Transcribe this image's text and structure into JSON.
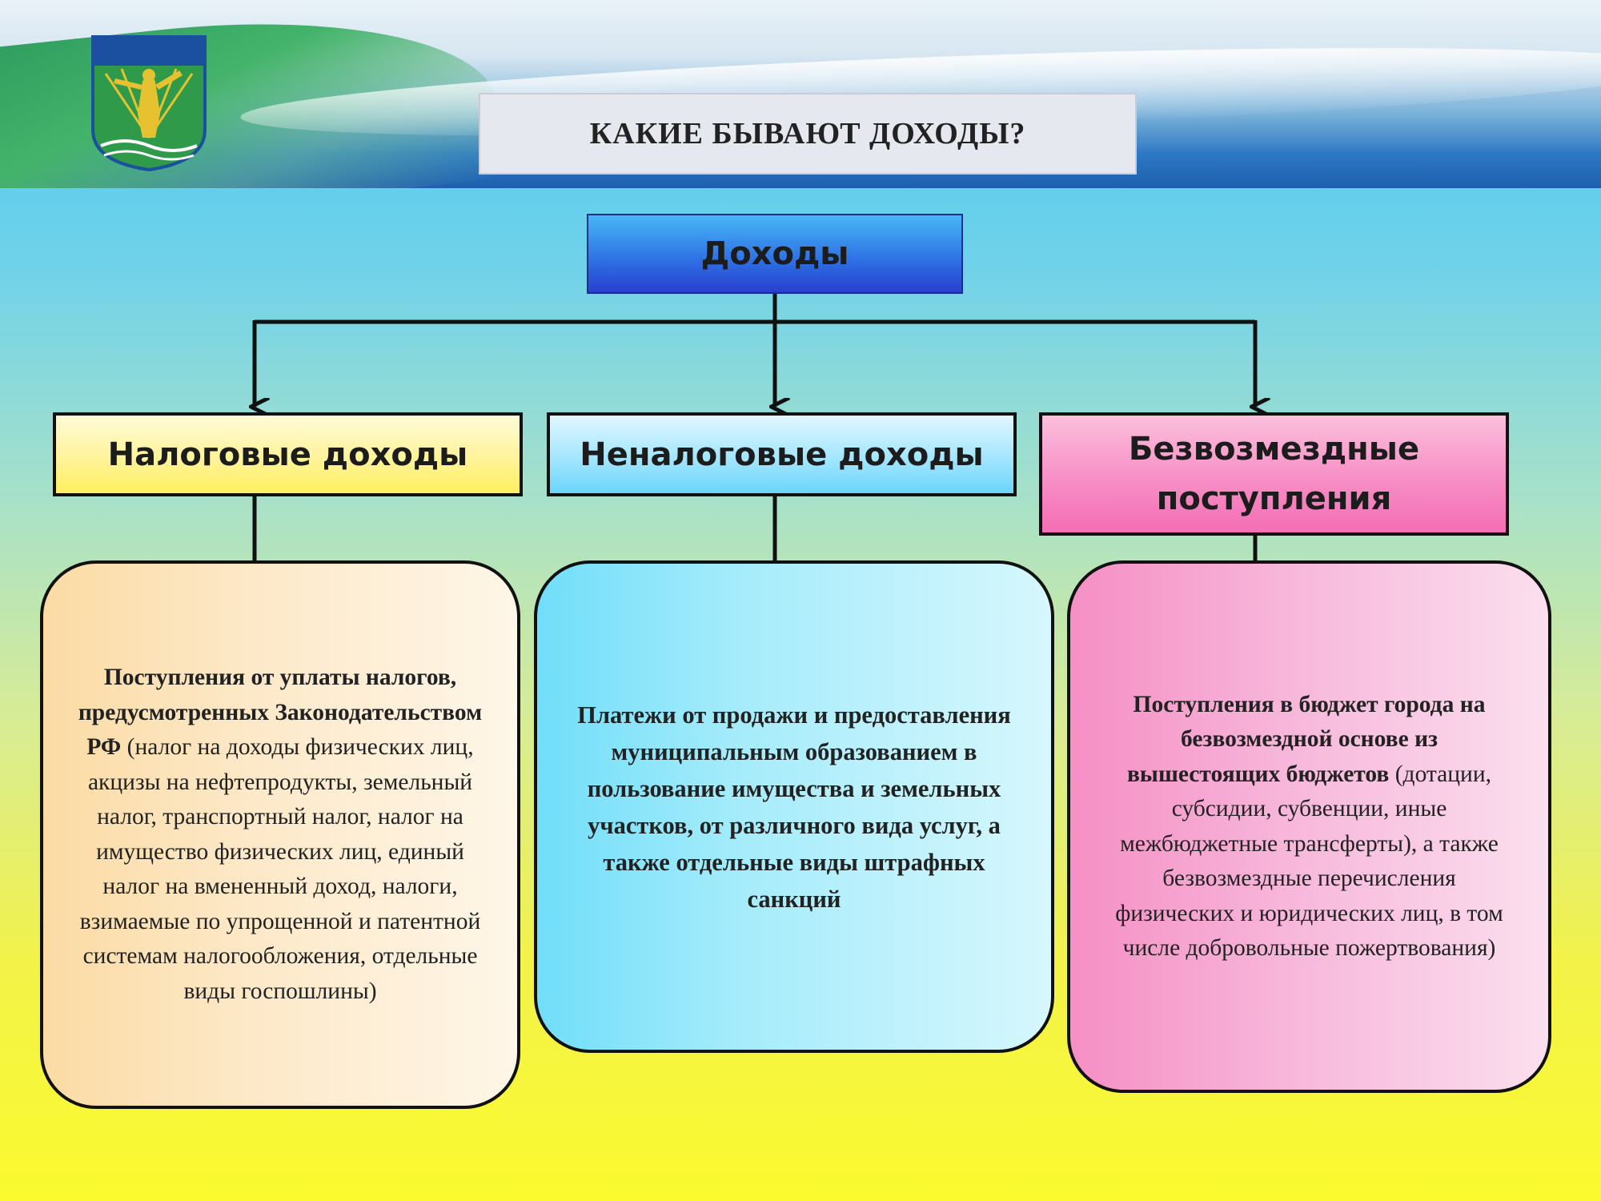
{
  "header": {
    "title": "КАКИЕ БЫВАЮТ ДОХОДЫ?"
  },
  "emblem": {
    "icon": "city-coat-of-arms-icon",
    "colors": {
      "blue": "#1b4fa0",
      "green": "#2f9a4a",
      "gold": "#e6c230"
    }
  },
  "diagram": {
    "root": "Доходы",
    "categories": [
      {
        "title": "Налоговые доходы",
        "description_bold": "Поступления от уплаты налогов, предусмотренных Законодательством РФ",
        "description_rest": "(налог на доходы физических лиц, акцизы на нефтепродукты, земельный налог, транспортный налог, налог на имущество физических лиц, единый налог на вмененный доход, налоги, взимаемые по упрощенной и патентной системам налогообложения, отдельные виды госпошлины)"
      },
      {
        "title": "Неналоговые доходы",
        "description_bold": "Платежи от продажи и предоставления муниципальным образованием в пользование имущества и земельных участков, от различного вида услуг, а также отдельные виды штрафных санкций",
        "description_rest": ""
      },
      {
        "title": "Безвозмездные поступления",
        "description_bold": "Поступления в бюджет города на безвозмездной основе из вышестоящих бюджетов",
        "description_rest": "(дотации, субсидии, субвенции, иные межбюджетные трансферты), а также безвозмездные перечисления физических и юридических лиц, в том числе добровольные пожертвования)"
      }
    ],
    "colors": {
      "root": "#2d6fe3",
      "tax": "#fff39a",
      "nontax": "#a3e6ff",
      "gratuitous": "#f78ec5",
      "line": "#111111"
    }
  }
}
